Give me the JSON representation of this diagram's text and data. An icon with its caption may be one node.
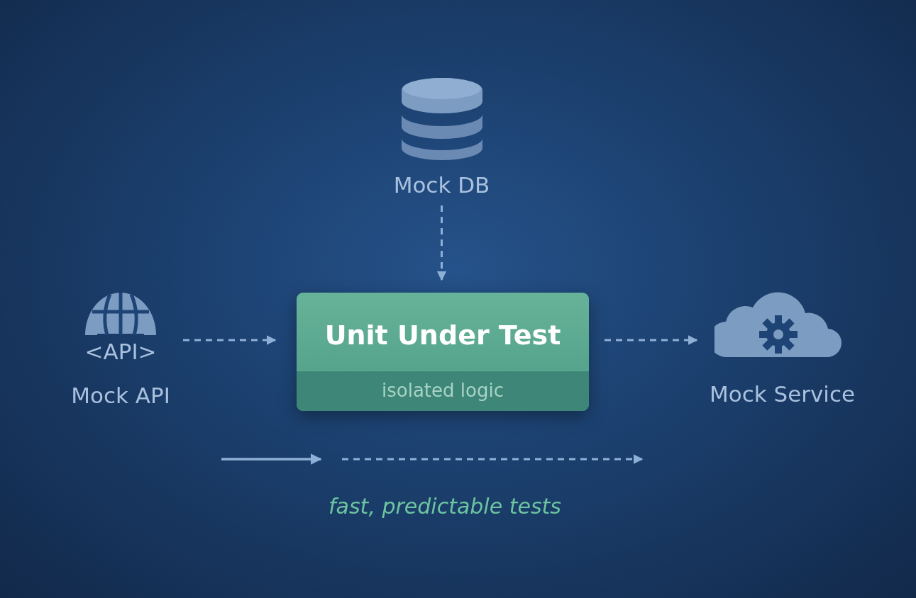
{
  "diagram": {
    "nodes": [
      {
        "text": [
          "Mock DB"
        ]
      },
      {
        "text": [
          "Unit Under Test",
          "isolated logic"
        ]
      },
      {
        "text": [
          "<API>",
          "Mock API"
        ]
      },
      {
        "text": [
          "Mock Service"
        ]
      }
    ],
    "edges": [
      {
        "from": 0,
        "to": 1,
        "arrow": "to",
        "style": "dashed"
      },
      {
        "from": 2,
        "to": 1,
        "arrow": "to",
        "style": "dashed"
      },
      {
        "from": 1,
        "to": 3,
        "arrow": "to",
        "style": "dashed"
      }
    ],
    "labels": [
      "fast, predictable tests"
    ]
  }
}
